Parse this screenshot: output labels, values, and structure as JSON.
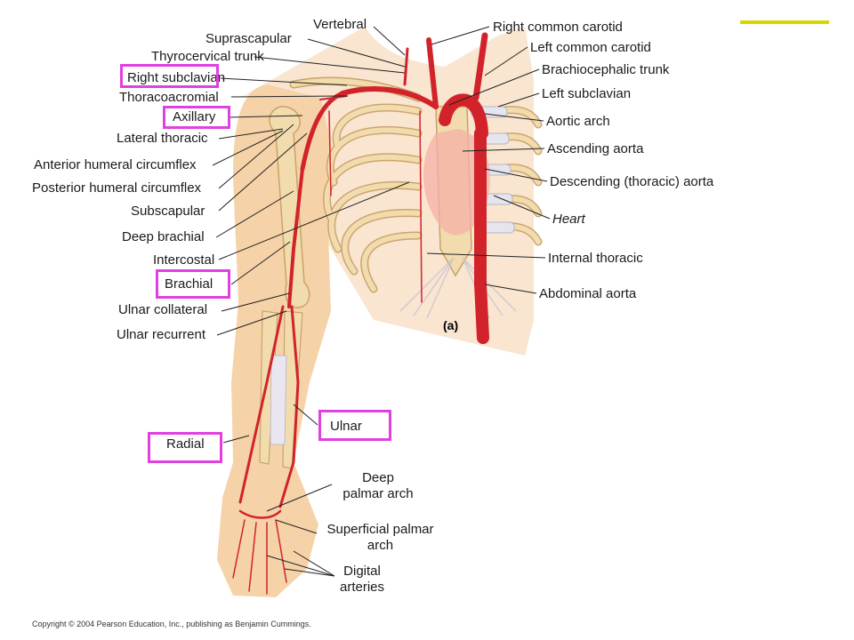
{
  "figure": {
    "part_label": "(a)",
    "copyright": "Copyright © 2004 Pearson Education, Inc., publishing as Benjamin Cummings."
  },
  "labels": {
    "vertebral": "Vertebral",
    "suprascapular": "Suprascapular",
    "thyrocervical_trunk": "Thyrocervical trunk",
    "right_subclavian": "Right subclavian",
    "thoracoacromial": "Thoracoacromial",
    "axillary": "Axillary",
    "lateral_thoracic": "Lateral thoracic",
    "anterior_humeral_circumflex": "Anterior humeral circumflex",
    "posterior_humeral_circumflex": "Posterior humeral circumflex",
    "subscapular": "Subscapular",
    "deep_brachial": "Deep brachial",
    "intercostal": "Intercostal",
    "brachial": "Brachial",
    "ulnar_collateral": "Ulnar collateral",
    "ulnar_recurrent": "Ulnar recurrent",
    "radial": "Radial",
    "ulnar": "Ulnar",
    "deep_palmar_arch": [
      "Deep",
      "palmar arch"
    ],
    "superficial_palmar_arch": [
      "Superficial palmar",
      "arch"
    ],
    "digital_arteries": [
      "Digital",
      "arteries"
    ],
    "right_common_carotid": "Right common carotid",
    "left_common_carotid": "Left common carotid",
    "brachiocephalic_trunk": "Brachiocephalic trunk",
    "left_subclavian": "Left subclavian",
    "aortic_arch": "Aortic arch",
    "ascending_aorta": "Ascending aorta",
    "descending_thoracic_aorta": "Descending (thoracic) aorta",
    "heart": "Heart",
    "internal_thoracic": "Internal thoracic",
    "abdominal_aorta": "Abdominal aorta"
  },
  "colors": {
    "highlight_box": "#e040e0",
    "artery": "#d2232a",
    "skin": "#f6d2a8",
    "bone": "#f2dcae",
    "accent_bar": "#d6d600"
  }
}
